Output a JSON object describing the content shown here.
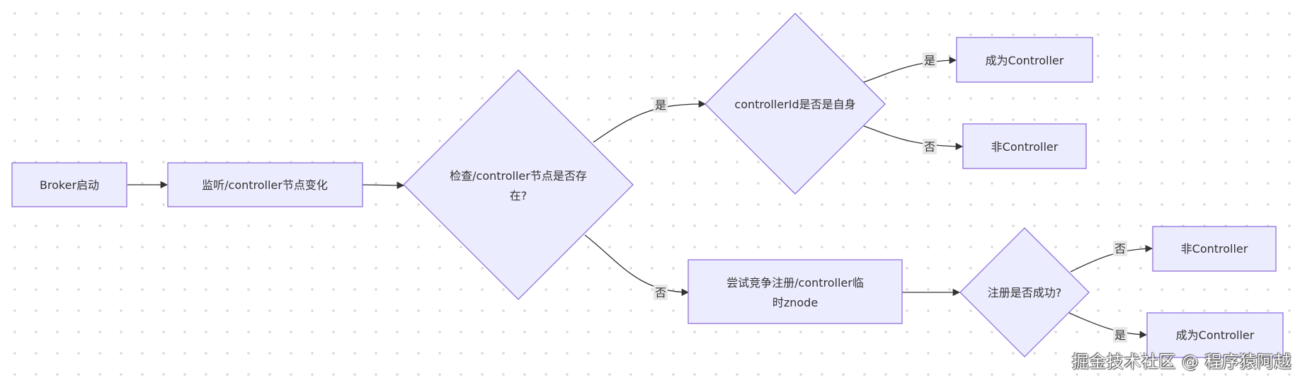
{
  "nodes": {
    "broker_start": "Broker启动",
    "listen": "监听/controller节点变化",
    "check_exists_line1": "检查/controller节点是否存",
    "check_exists_line2": "在?",
    "is_self": "controllerId是否是自身",
    "become_ctrl_1": "成为Controller",
    "not_ctrl_1": "非Controller",
    "try_register_line1": "尝试竞争注册/controller临",
    "try_register_line2": "时znode",
    "register_ok": "注册是否成功?",
    "not_ctrl_2": "非Controller",
    "become_ctrl_2": "成为Controller"
  },
  "edges": {
    "yes_to_is_self": "是",
    "no_to_register": "否",
    "yes_become_1": "是",
    "no_not_ctrl_1": "否",
    "no_not_ctrl_2": "否",
    "yes_become_2": "是"
  },
  "colors": {
    "node_fill": "#ececff",
    "node_stroke": "#9370db",
    "edge": "#333333"
  },
  "watermark": "掘金技术社区 @ 程序猿阿越"
}
